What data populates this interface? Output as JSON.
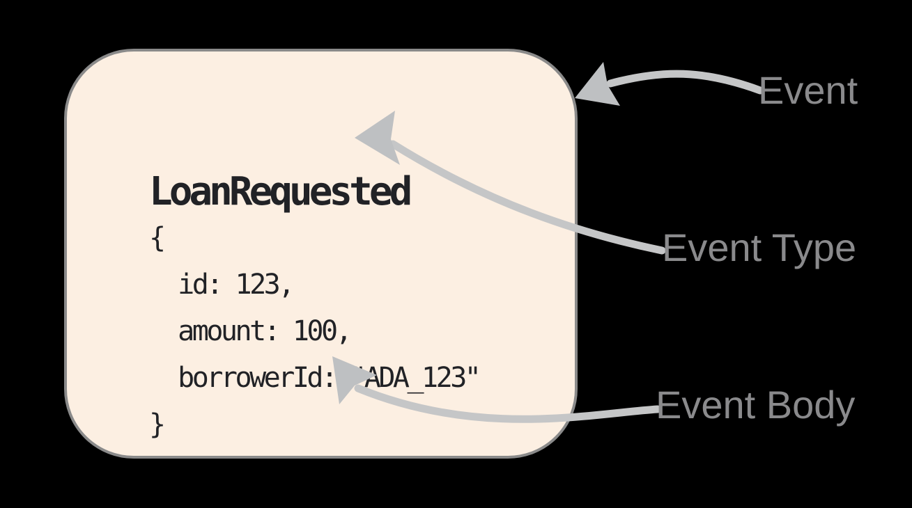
{
  "card": {
    "title": "LoanRequested",
    "lines": [
      "{",
      "  id: 123,",
      "  amount: 100,",
      "  borrowerId: \"ADA_123\"",
      "}"
    ]
  },
  "annotations": {
    "event": {
      "label": "Event"
    },
    "event_type": {
      "label": "Event Type"
    },
    "event_body": {
      "label": "Event Body"
    }
  },
  "colors": {
    "background": "#000000",
    "card_fill": "#fcefe2",
    "card_border": "#8a8a8a",
    "code_text": "#212226",
    "arrow": "#c5c6c7",
    "arrow_head": "#bec0c2",
    "label_text": "#8a8a8c"
  }
}
